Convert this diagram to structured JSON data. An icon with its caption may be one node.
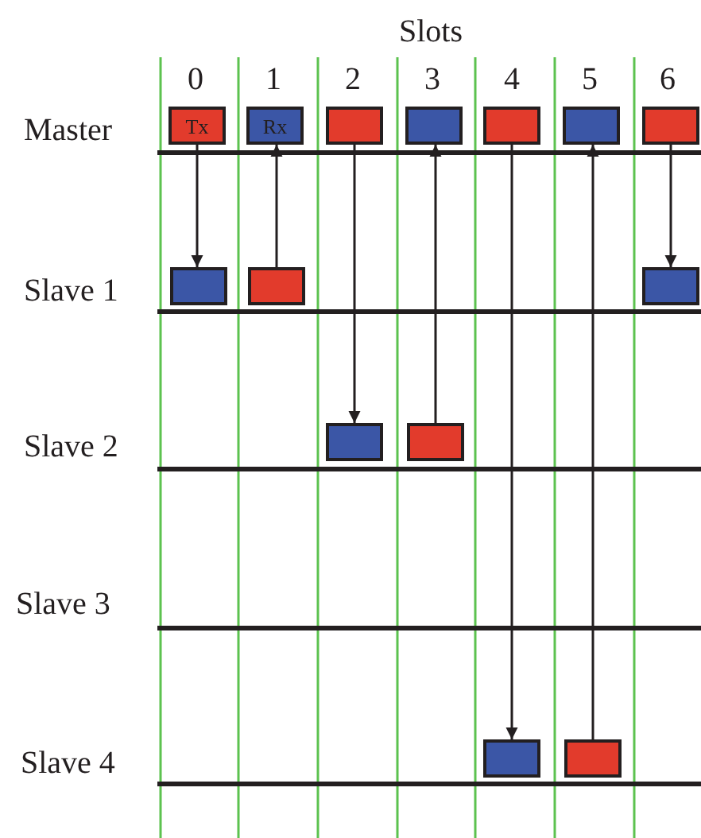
{
  "diagram": {
    "nodes": [
      {
        "text": [
          "Tx"
        ]
      },
      {
        "text": [
          "Rx"
        ]
      },
      {
        "text": [],
        "shape": "box"
      },
      {
        "text": [],
        "shape": "box"
      },
      {
        "text": [],
        "shape": "box"
      },
      {
        "text": [],
        "shape": "box"
      },
      {
        "text": [],
        "shape": "box"
      },
      {
        "text": [],
        "shape": "box"
      },
      {
        "text": [],
        "shape": "box"
      },
      {
        "text": [],
        "shape": "box"
      },
      {
        "text": [],
        "shape": "box"
      },
      {
        "text": [],
        "shape": "box"
      },
      {
        "text": [],
        "shape": "box"
      },
      {
        "text": [],
        "shape": "box"
      }
    ],
    "edges": [
      {
        "from": 0,
        "to": 7,
        "arrow": "to"
      },
      {
        "from": 8,
        "to": 1,
        "arrow": "to"
      },
      {
        "from": 2,
        "to": 10,
        "arrow": "to"
      },
      {
        "from": 11,
        "to": 3,
        "arrow": "to"
      },
      {
        "from": 4,
        "to": 12,
        "arrow": "to"
      },
      {
        "from": 13,
        "to": 5,
        "arrow": "to"
      },
      {
        "from": 6,
        "to": 9,
        "arrow": "to"
      }
    ],
    "labels": [
      "Slots",
      "0",
      "1",
      "2",
      "3",
      "4",
      "5",
      "6",
      "Master",
      "Slave 1",
      "Slave 2",
      "Slave 3",
      "Slave 4"
    ]
  }
}
